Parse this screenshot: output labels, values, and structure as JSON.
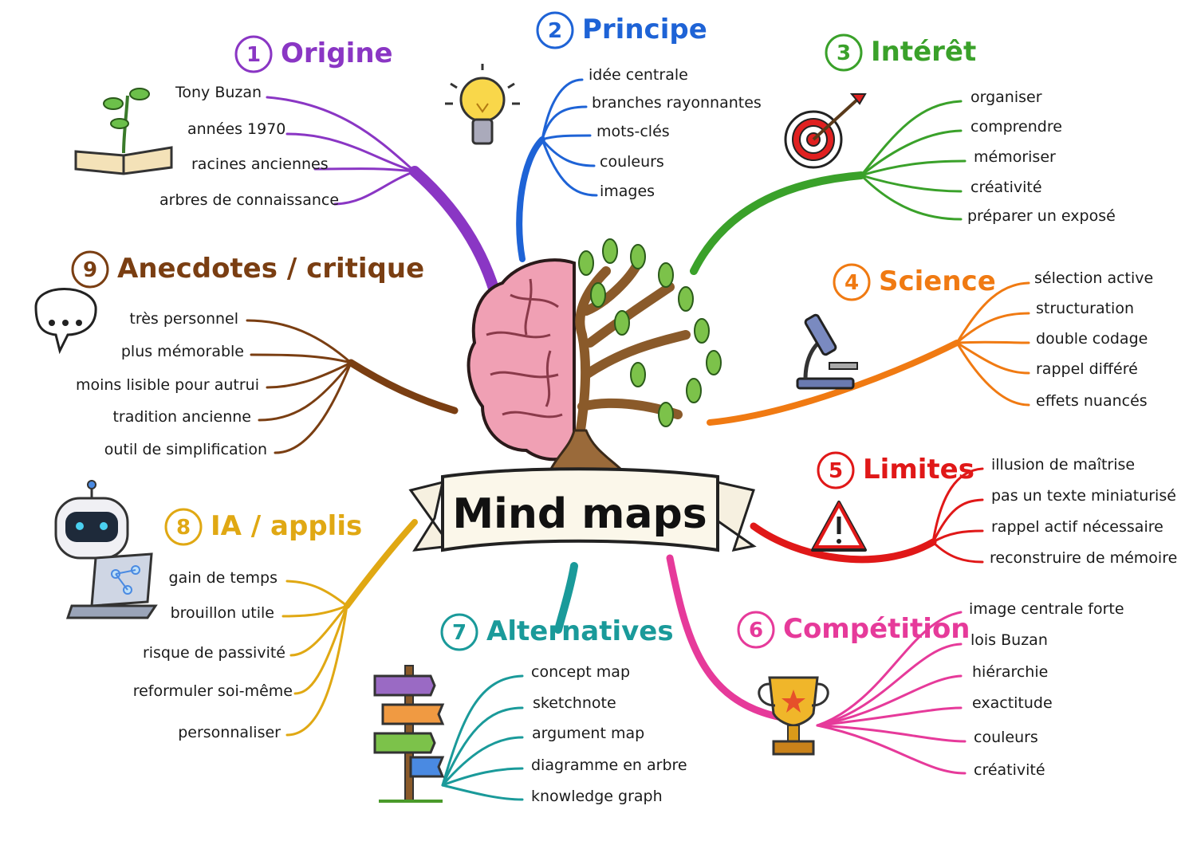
{
  "center": {
    "title": "Mind maps"
  },
  "colors": {
    "origine": "#8a36c4",
    "principe": "#1e63d6",
    "interet": "#3aa12a",
    "science": "#f07a12",
    "limites": "#e01818",
    "competition": "#e63a9a",
    "alternatives": "#1a9a9a",
    "ia": "#e0a813",
    "anecdotes": "#7a3e12"
  },
  "branches": [
    {
      "key": "origine",
      "num": "1",
      "title": "Origine",
      "icon": "book-sprout-icon",
      "items": [
        "Tony Buzan",
        "années 1970",
        "racines anciennes",
        "arbres de connaissance"
      ]
    },
    {
      "key": "principe",
      "num": "2",
      "title": "Principe",
      "icon": "lightbulb-icon",
      "items": [
        "idée centrale",
        "branches rayonnantes",
        "mots-clés",
        "couleurs",
        "images"
      ]
    },
    {
      "key": "interet",
      "num": "3",
      "title": "Intérêt",
      "icon": "target-icon",
      "items": [
        "organiser",
        "comprendre",
        "mémoriser",
        "créativité",
        "préparer un exposé"
      ]
    },
    {
      "key": "science",
      "num": "4",
      "title": "Science",
      "icon": "microscope-icon",
      "items": [
        "sélection active",
        "structuration",
        "double codage",
        "rappel différé",
        "effets nuancés"
      ]
    },
    {
      "key": "limites",
      "num": "5",
      "title": "Limites",
      "icon": "warning-icon",
      "items": [
        "illusion de maîtrise",
        "pas un texte miniaturisé",
        "rappel actif nécessaire",
        "reconstruire de mémoire"
      ]
    },
    {
      "key": "competition",
      "num": "6",
      "title": "Compétition",
      "icon": "trophy-icon",
      "items": [
        "image centrale forte",
        "lois Buzan",
        "hiérarchie",
        "exactitude",
        "couleurs",
        "créativité"
      ]
    },
    {
      "key": "alternatives",
      "num": "7",
      "title": "Alternatives",
      "icon": "signpost-icon",
      "items": [
        "concept map",
        "sketchnote",
        "argument map",
        "diagramme en arbre",
        "knowledge graph"
      ]
    },
    {
      "key": "ia",
      "num": "8",
      "title": "IA / applis",
      "icon": "robot-laptop-icon",
      "items": [
        "gain de temps",
        "brouillon utile",
        "risque de passivité",
        "reformuler soi-même",
        "personnaliser"
      ]
    },
    {
      "key": "anecdotes",
      "num": "9",
      "title": "Anecdotes / critique",
      "icon": "speech-bubble-icon",
      "items": [
        "très personnel",
        "plus mémorable",
        "moins lisible pour autrui",
        "tradition ancienne",
        "outil de simplification"
      ]
    }
  ]
}
